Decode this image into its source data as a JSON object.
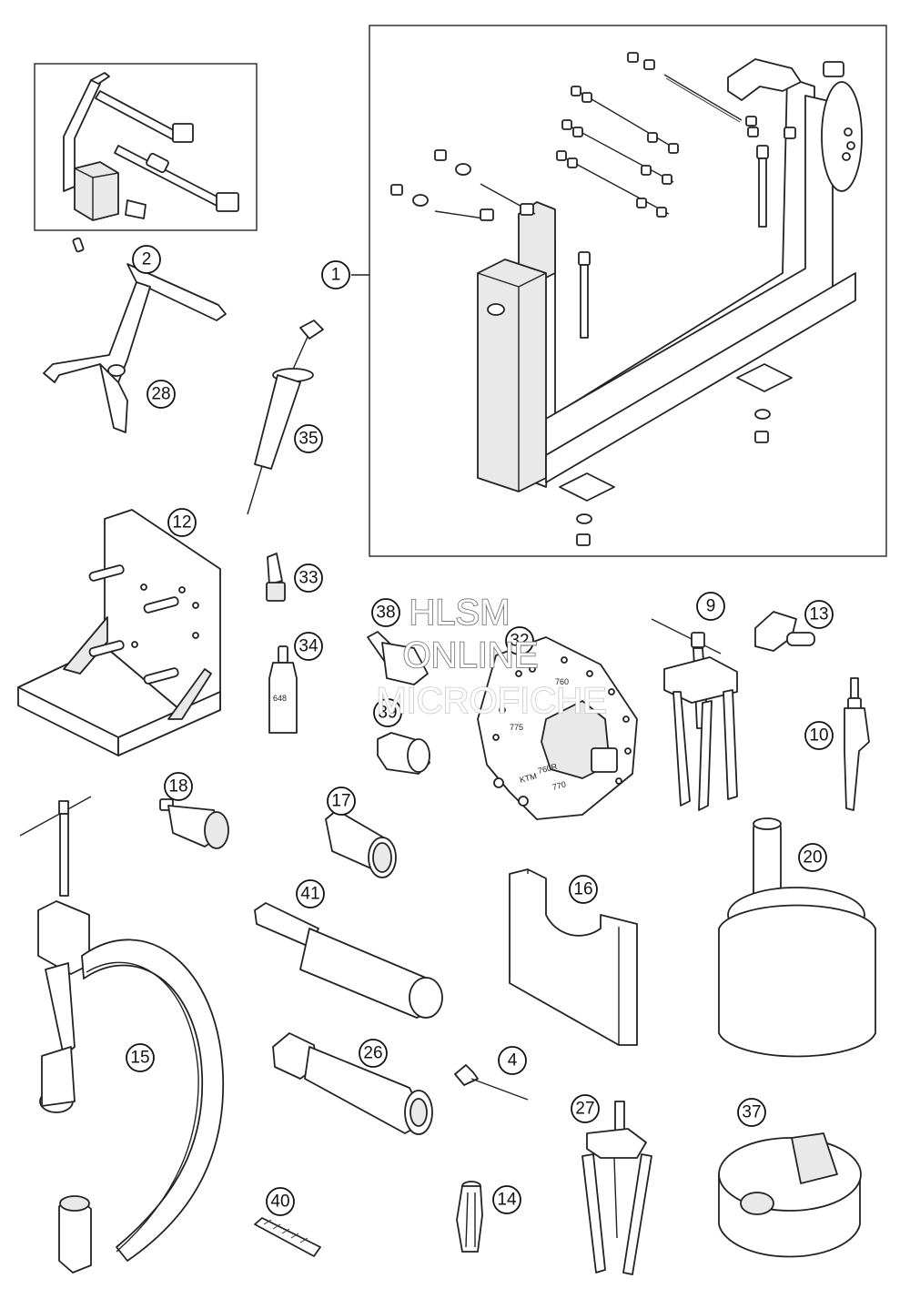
{
  "watermark": {
    "line1": "HLSM",
    "line2": "ONLINE",
    "line3": "MICROFICHE"
  },
  "callouts": [
    {
      "id": "1",
      "label": "1"
    },
    {
      "id": "2",
      "label": "2"
    },
    {
      "id": "28",
      "label": "28"
    },
    {
      "id": "35",
      "label": "35"
    },
    {
      "id": "12",
      "label": "12"
    },
    {
      "id": "33",
      "label": "33"
    },
    {
      "id": "34",
      "label": "34"
    },
    {
      "id": "38",
      "label": "38"
    },
    {
      "id": "32",
      "label": "32"
    },
    {
      "id": "39",
      "label": "39"
    },
    {
      "id": "9",
      "label": "9"
    },
    {
      "id": "13",
      "label": "13"
    },
    {
      "id": "10",
      "label": "10"
    },
    {
      "id": "18",
      "label": "18"
    },
    {
      "id": "17",
      "label": "17"
    },
    {
      "id": "41",
      "label": "41"
    },
    {
      "id": "16",
      "label": "16"
    },
    {
      "id": "20",
      "label": "20"
    },
    {
      "id": "15",
      "label": "15"
    },
    {
      "id": "26",
      "label": "26"
    },
    {
      "id": "4",
      "label": "4"
    },
    {
      "id": "27",
      "label": "27"
    },
    {
      "id": "37",
      "label": "37"
    },
    {
      "id": "40",
      "label": "40"
    },
    {
      "id": "14",
      "label": "14"
    }
  ],
  "part_markings": {
    "plate_775": "775",
    "plate_760": "760",
    "plate_ktm": "KTM",
    "plate_760r": "760R",
    "plate_770": "770",
    "bottle_label": "648"
  }
}
